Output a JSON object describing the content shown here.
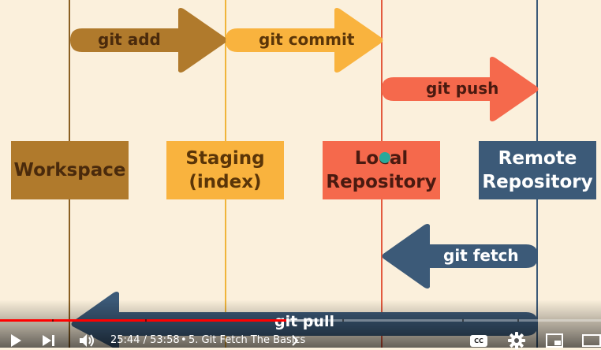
{
  "diagram": {
    "boxes": {
      "workspace": "Workspace",
      "staging": "Staging\n(index)",
      "local": "Local\nRepository",
      "remote": "Remote\nRepository"
    },
    "arrows": {
      "add": "git add",
      "commit": "git commit",
      "push": "git push",
      "fetch": "git fetch",
      "pull": "git pull"
    },
    "colors": {
      "background": "#fbf0dc",
      "workspace": "#b07a2c",
      "staging": "#f9b33e",
      "local": "#f5694c",
      "remote": "#3c5a78"
    }
  },
  "player": {
    "current_time": "25:44",
    "separator": "/",
    "duration": "53:58",
    "chapter_bullet": "•",
    "chapter_title": "5. Git Fetch The Basics",
    "progress_fraction": 0.477,
    "buffered_fraction": 0.53,
    "icons": [
      "play-icon",
      "next-icon",
      "volume-icon",
      "chevron-right-icon",
      "captions-icon",
      "settings-icon",
      "miniplayer-icon",
      "theater-icon"
    ],
    "captions_label": "CC",
    "accent_color": "#ff0000"
  }
}
